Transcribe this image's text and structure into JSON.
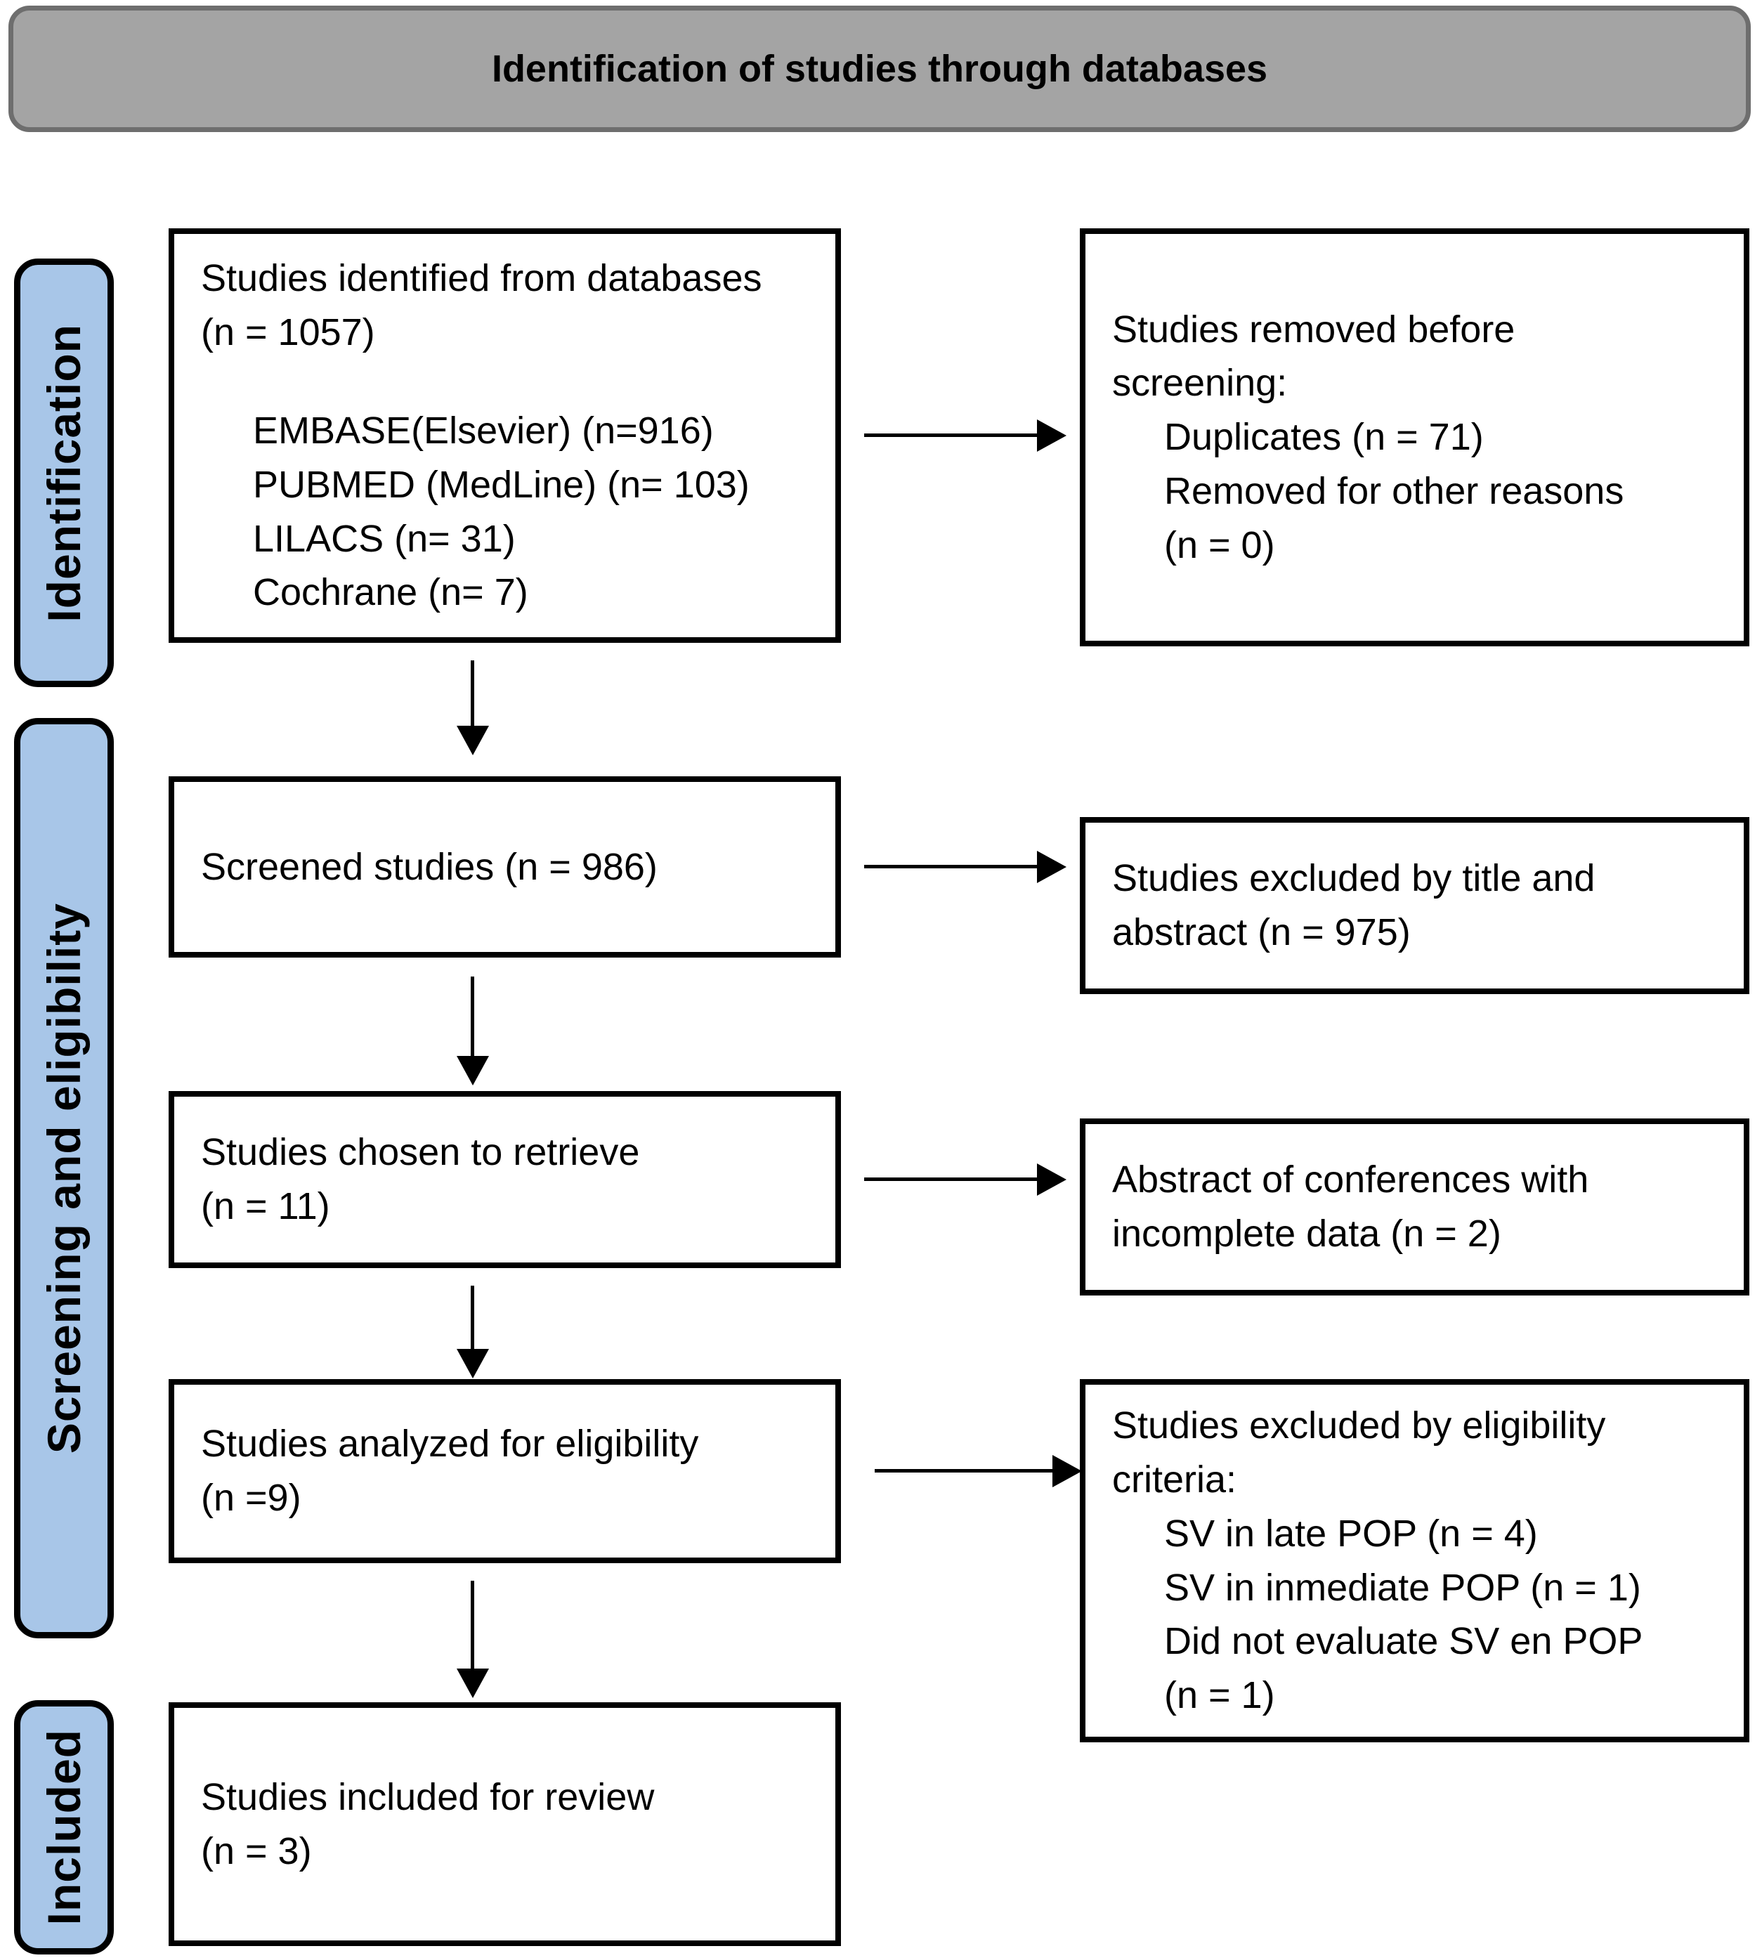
{
  "banner": {
    "title": "Identification of studies through databases"
  },
  "sidebar": [
    {
      "label": "Identification"
    },
    {
      "label": "Screening and eligibility"
    },
    {
      "label": "Included"
    }
  ],
  "boxes": {
    "identified": {
      "text": "Studies identified from databases\n(n = 1057)",
      "items": [
        "EMBASE(Elsevier) (n=916)",
        "PUBMED (MedLine) (n= 103)",
        "LILACS (n= 31)",
        "Cochrane (n= 7)"
      ]
    },
    "removed": {
      "text": "Studies removed before\nscreening:",
      "items": [
        "Duplicates (n = 71)",
        "Removed for other reasons\n(n = 0)"
      ]
    },
    "screened": {
      "text": "Screened studies (n = 986)"
    },
    "excluded_title_abstract": {
      "text": "Studies excluded by title and\nabstract (n = 975)"
    },
    "chosen": {
      "text": "Studies chosen to retrieve\n(n = 11)"
    },
    "conference_abstracts": {
      "text": "Abstract of conferences with\nincomplete data (n = 2)"
    },
    "analyzed": {
      "text": "Studies analyzed for eligibility\n(n =9)"
    },
    "excluded_eligibility": {
      "text": "Studies excluded by eligibility\ncriteria:",
      "items": [
        "SV in late POP (n = 4)",
        "SV in inmediate POP (n = 1)",
        "Did not evaluate SV en POP\n(n = 1)"
      ]
    },
    "included": {
      "text": "Studies included for review\n(n = 3)"
    }
  },
  "colors": {
    "sidebar_fill": "#A8C6E8",
    "banner_fill": "#A4A4A4",
    "banner_border": "#6E6E6E",
    "box_border": "#000000",
    "arrow": "#000000"
  }
}
